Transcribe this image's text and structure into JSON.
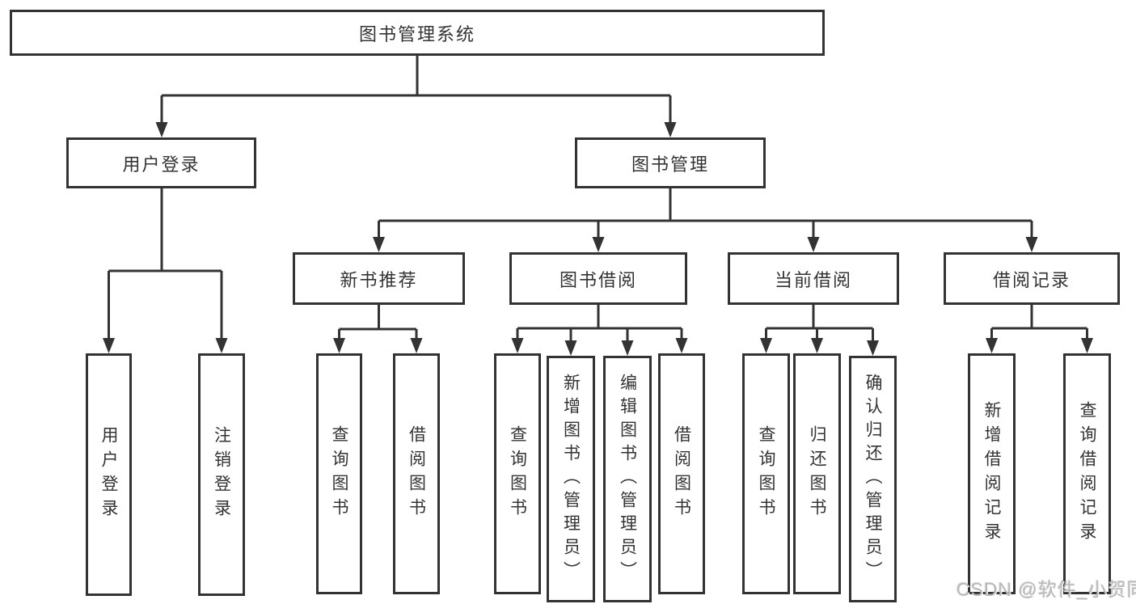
{
  "colors": {
    "line": "#333333",
    "box_border": "#333333",
    "text": "#333333",
    "background": "#ffffff",
    "watermark": "#b9b9b9"
  },
  "tree": {
    "root": {
      "label": "图书管理系统",
      "children": [
        {
          "label": "用户登录",
          "children": [
            {
              "label": "用户登录"
            },
            {
              "label": "注销登录"
            }
          ]
        },
        {
          "label": "图书管理",
          "children": [
            {
              "label": "新书推荐",
              "children": [
                {
                  "label": "查询图书"
                },
                {
                  "label": "借阅图书"
                }
              ]
            },
            {
              "label": "图书借阅",
              "children": [
                {
                  "label": "查询图书"
                },
                {
                  "label": "新增图书（管理员）"
                },
                {
                  "label": "编辑图书（管理员）"
                },
                {
                  "label": "借阅图书"
                }
              ]
            },
            {
              "label": "当前借阅",
              "children": [
                {
                  "label": "查询图书"
                },
                {
                  "label": "归还图书"
                },
                {
                  "label": "确认归还（管理员）"
                }
              ]
            },
            {
              "label": "借阅记录",
              "children": [
                {
                  "label": "新增借阅记录"
                },
                {
                  "label": "查询借阅记录"
                }
              ]
            }
          ]
        }
      ]
    }
  },
  "watermark": {
    "text": "CSDN @软件_小贺同学"
  }
}
